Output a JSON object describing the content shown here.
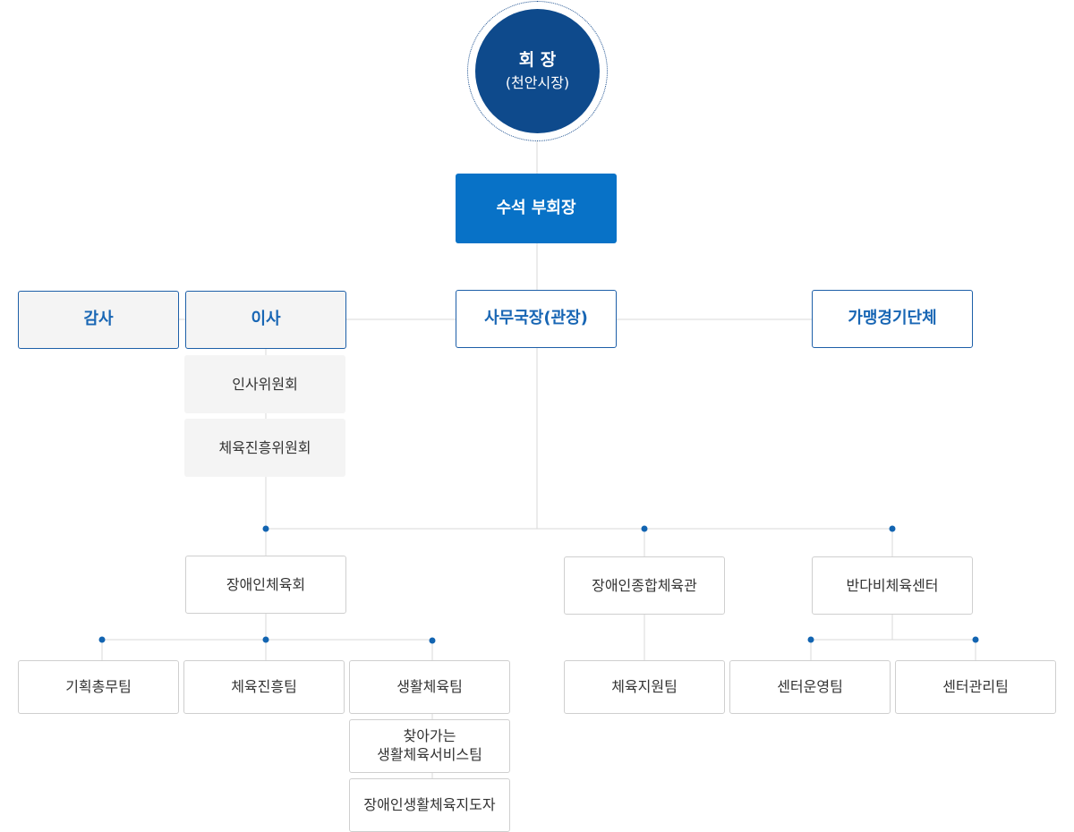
{
  "chairman": {
    "title": "회 장",
    "subtitle": "(천안시장)"
  },
  "vice_chairman": {
    "label": "수석 부회장"
  },
  "audit": {
    "label": "감사"
  },
  "board": {
    "label": "이사",
    "committees": [
      "인사위원회",
      "체육진흥위원회"
    ]
  },
  "secretary_general": {
    "label": "사무국장(관장)"
  },
  "member_orgs": {
    "label": "가맹경기단체"
  },
  "divisions": [
    {
      "label": "장애인체육회",
      "teams": [
        "기획총무팀",
        "체육진흥팀",
        "생활체육팀"
      ],
      "sub_units": [
        "찾아가는\n생활체육서비스팀",
        "장애인생활체육지도자"
      ]
    },
    {
      "label": "장애인종합체육관",
      "teams": [
        "체육지원팀"
      ]
    },
    {
      "label": "반다비체육센터",
      "teams": [
        "센터운영팀",
        "센터관리팀"
      ]
    }
  ],
  "colors": {
    "chair_bg": "#0e4a8c",
    "vice_bg": "#0872c7",
    "accent_text": "#1866b4",
    "connector": "#d9d9d9",
    "junction_dot": "#1264b1"
  }
}
